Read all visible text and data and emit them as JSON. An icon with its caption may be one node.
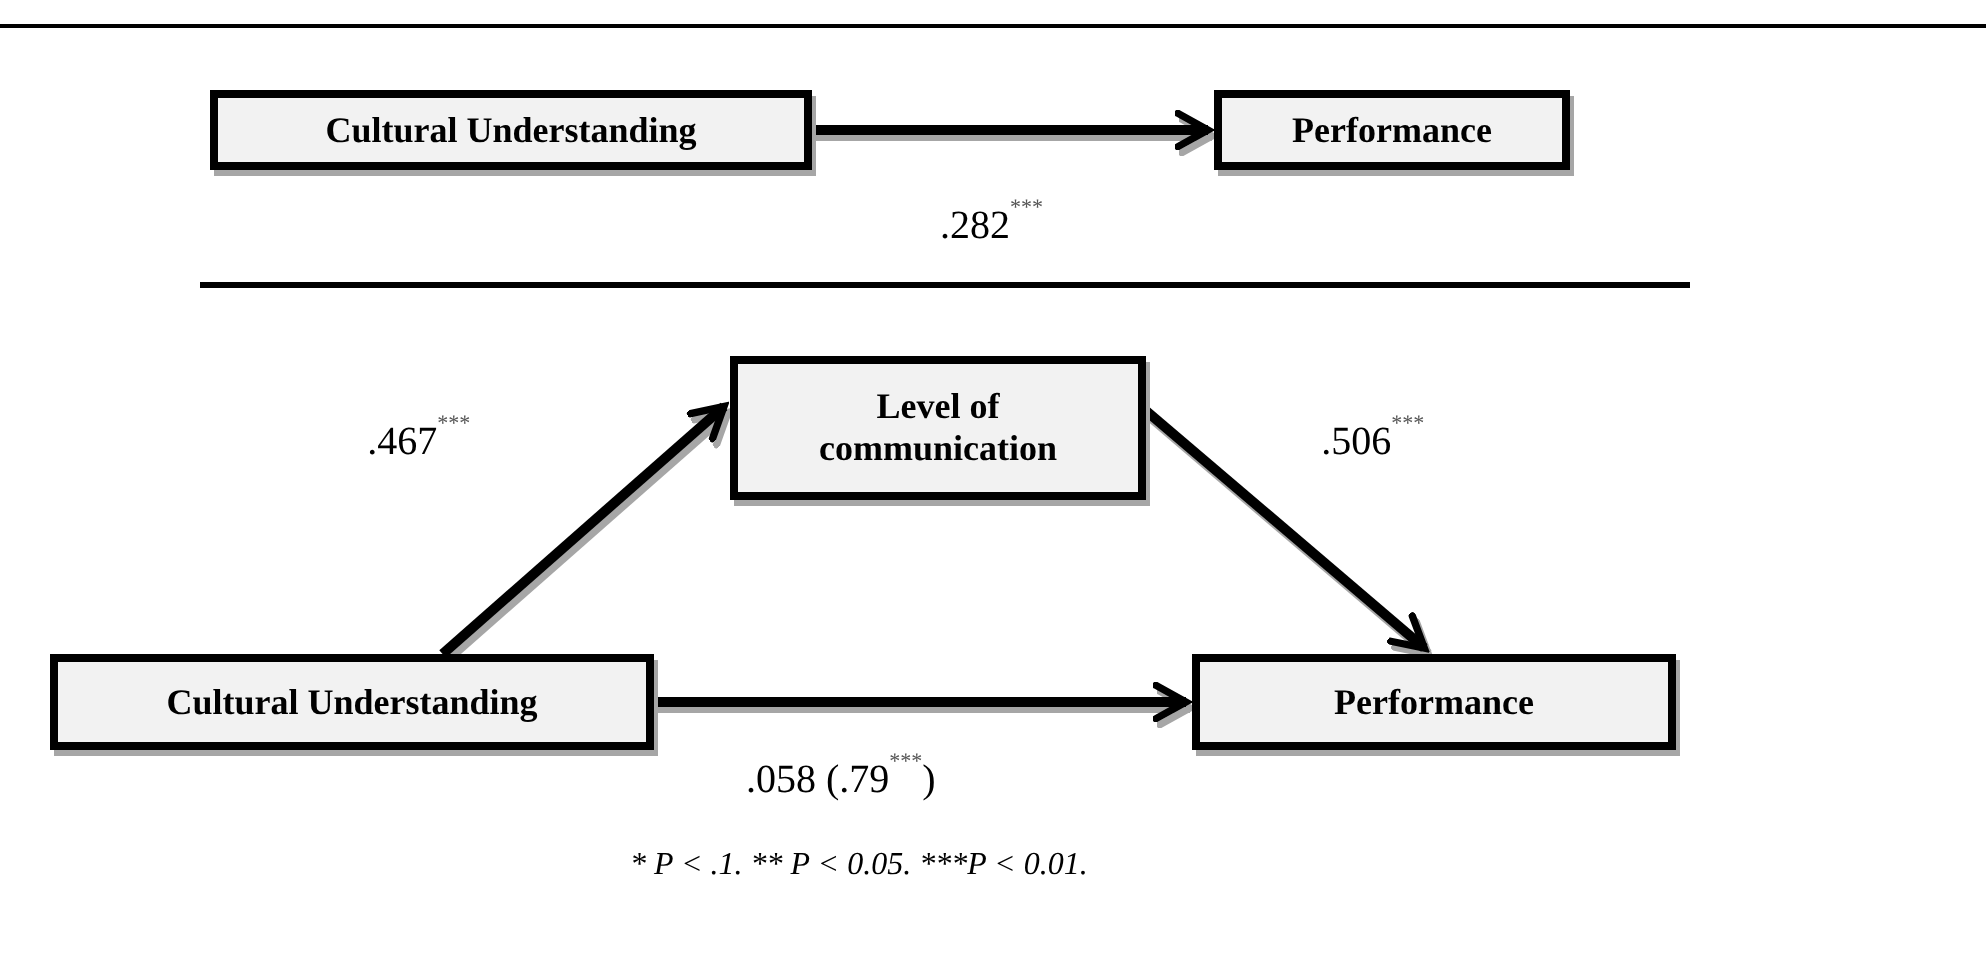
{
  "diagram": {
    "caption": "* P < .1. ** P < 0.05. ***P < 0.01.",
    "nodes": [
      {
        "text": [
          "Cultural Understanding"
        ]
      },
      {
        "text": [
          "Performance"
        ]
      },
      {
        "text": [
          "Level of communication"
        ]
      },
      {
        "text": [
          "Cultural Understanding"
        ]
      },
      {
        "text": [
          "Performance"
        ]
      }
    ],
    "edges": [
      {
        "from": 0,
        "to": 1,
        "arrow": "to",
        "label": ".282$^{***}$"
      },
      {
        "from": 3,
        "to": 2,
        "arrow": "to",
        "label": ".467$^{***}$"
      },
      {
        "from": 2,
        "to": 4,
        "arrow": "to",
        "label": ".506$^{***}$"
      },
      {
        "from": 3,
        "to": 4,
        "arrow": "to",
        "label": ".058 (.79$^{***}$)"
      }
    ]
  }
}
